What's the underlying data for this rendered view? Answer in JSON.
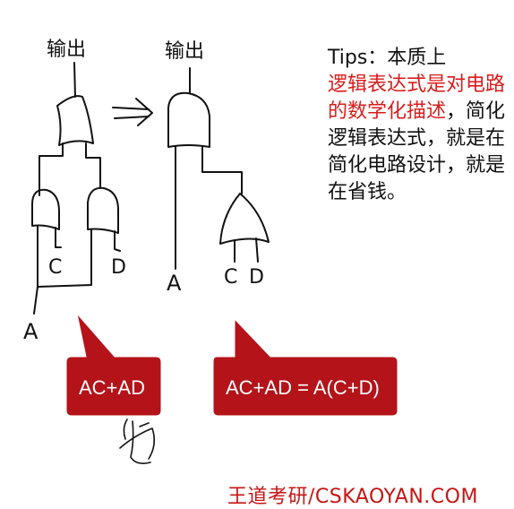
{
  "diagram": {
    "left_output_label": "输出",
    "right_output_label": "输出",
    "left_inputs": {
      "a": "A",
      "c": "C",
      "d": "D"
    },
    "right_inputs": {
      "a": "A",
      "c": "C",
      "d": "D"
    },
    "arrow_symbol": "⇒",
    "handwritten_note": "钱"
  },
  "bubbles": {
    "left": "AC+AD",
    "right": "AC+AD = A(C+D)"
  },
  "tips": {
    "prefix": "Tips：本质上",
    "red": "逻辑表达式是对电路的数学化描述",
    "rest": "，简化逻辑表达式，就是在简化电路设计，就是在省钱。"
  },
  "watermark": "王道考研/CSKAOYAN.COM",
  "colors": {
    "bubble_fill": "#b31319",
    "tips_red": "#d81c1c",
    "watermark": "#c81414"
  }
}
